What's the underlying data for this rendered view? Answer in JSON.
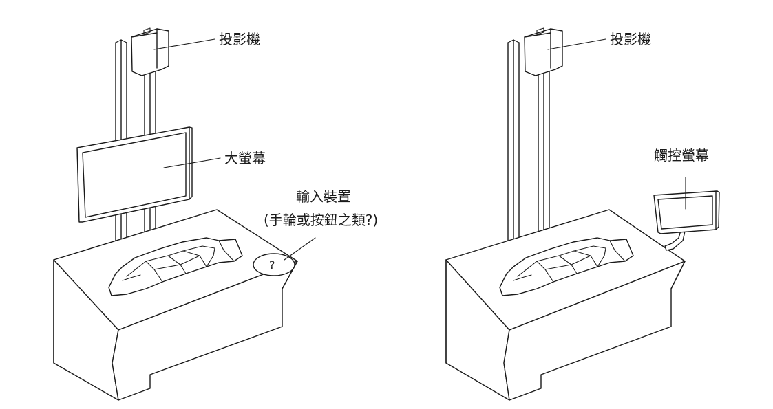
{
  "left_setup": {
    "projector_label": "投影機",
    "screen_label": "大螢幕",
    "input_label_line1": "輸入裝置",
    "input_label_line2": "(手輪或按鈕之類?)",
    "input_marker": "?"
  },
  "right_setup": {
    "projector_label": "投影機",
    "touchscreen_label": "觸控螢幕"
  }
}
